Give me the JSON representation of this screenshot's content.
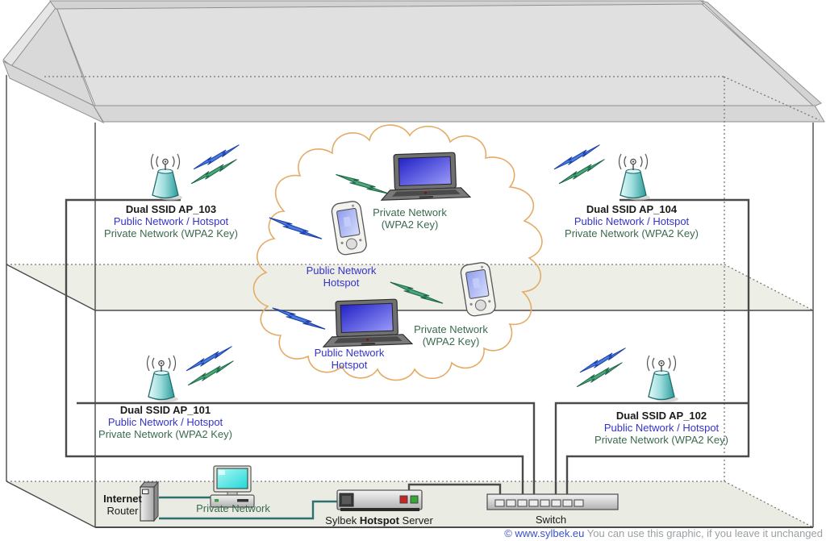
{
  "access_points": [
    {
      "name": "Dual SSID AP_103",
      "public": "Public Network / Hotspot",
      "private": "Private Network (WPA2 Key)"
    },
    {
      "name": "Dual SSID AP_104",
      "public": "Public Network / Hotspot",
      "private": "Private Network (WPA2 Key)"
    },
    {
      "name": "Dual SSID AP_101",
      "public": "Public Network / Hotspot",
      "private": "Private Network (WPA2 Key)"
    },
    {
      "name": "Dual SSID AP_102",
      "public": "Public Network / Hotspot",
      "private": "Private Network (WPA2 Key)"
    }
  ],
  "cloud_devices": [
    {
      "device": "laptop",
      "line1": "Private Network",
      "line2": "(WPA2 Key)"
    },
    {
      "device": "pda",
      "line1": "Public Network",
      "line2": "Hotspot"
    },
    {
      "device": "pda",
      "line1": "Private Network",
      "line2": "(WPA2 Key)"
    },
    {
      "device": "laptop",
      "line1": "Public Network",
      "line2": "Hotspot"
    }
  ],
  "ground": {
    "router_line1": "Internet",
    "router_line2": "Router",
    "pc_label": "Private Network",
    "server_prefix": "Sylbek ",
    "server_bold": "Hotspot",
    "server_suffix": " Server",
    "switch_label": "Switch"
  },
  "footer": {
    "link": "© www.sylbek.eu",
    "note": "  You can use this graphic, if you leave it unchanged"
  },
  "colors": {
    "public": "#3333cc",
    "private": "#3a6b50",
    "bolt_blue": "#4a7de0",
    "bolt_green": "#4aa878",
    "cloud": "#e4ab66",
    "cable": "#4a4a4a",
    "cable_teal": "#2e6f6f"
  }
}
